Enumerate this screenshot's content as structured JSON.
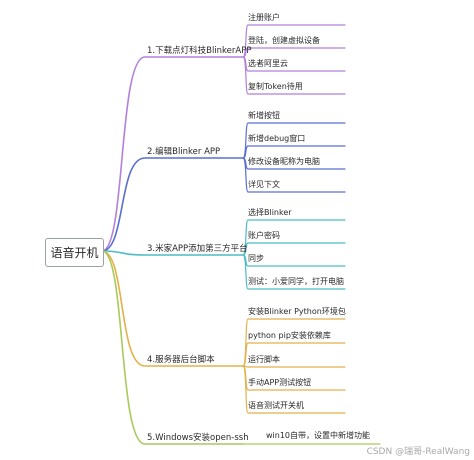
{
  "root": {
    "label": "语音开机"
  },
  "branches": [
    {
      "label": "1.下载点灯科技BlinkerAPP",
      "color": "#b181dc",
      "children": [
        "注册账户",
        "登陆，创建虚拟设备",
        "选者阿里云",
        "复制Token待用"
      ]
    },
    {
      "label": "2.编辑Blinker APP",
      "color": "#5a6fd0",
      "children": [
        "新增按钮",
        "新增debug窗口",
        "修改设备昵称为电脑",
        "详见下文"
      ]
    },
    {
      "label": "3.米家APP添加第三方平台",
      "color": "#4dbcc6",
      "children": [
        "选择Blinker",
        "账户密码",
        "同步",
        "测试：小爱同学，打开电脑"
      ]
    },
    {
      "label": "4.服务器后台脚本",
      "color": "#e3b14b",
      "children": [
        "安装Blinker Python环境包",
        "python pip安装依赖库",
        "运行脚本",
        "手动APP测试按钮",
        "语音测试开关机"
      ]
    },
    {
      "label": "5.Windows安装open-ssh",
      "color": "#a9c95a",
      "children": [
        "win10自带，设置中新增功能"
      ]
    }
  ],
  "watermark": "CSDN @瑞哥-RealWang"
}
